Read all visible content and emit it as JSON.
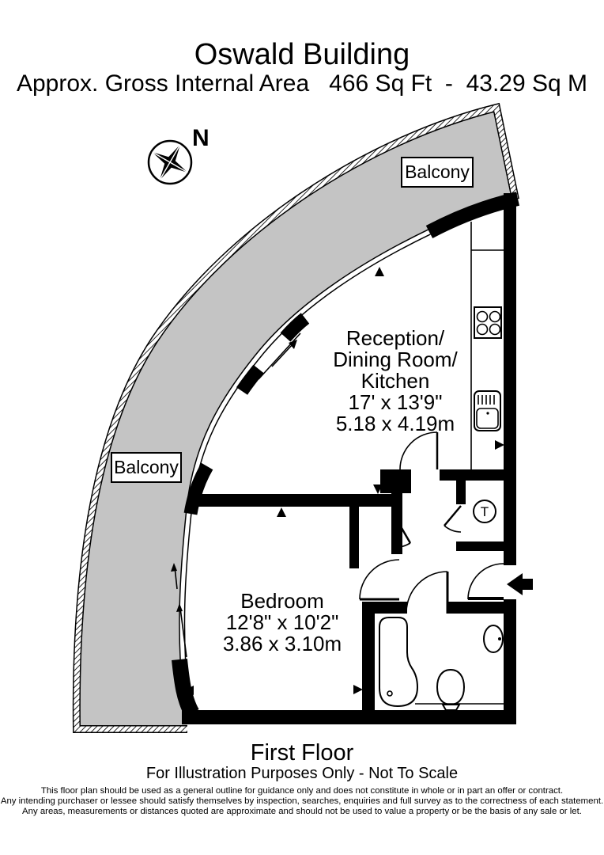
{
  "header": {
    "title": "Oswald Building",
    "subtitle": "Approx. Gross Internal Area   466 Sq Ft  -  43.29 Sq M"
  },
  "compass": {
    "north_label": "N"
  },
  "plan": {
    "balcony_top_label": "Balcony",
    "balcony_side_label": "Balcony",
    "reception": {
      "name_line1": "Reception/",
      "name_line2": "Dining Room/",
      "name_line3": "Kitchen",
      "dims_imperial": "17' x 13'9\"",
      "dims_metric": "5.18 x 4.19m"
    },
    "bedroom": {
      "name": "Bedroom",
      "dims_imperial": "12'8\" x 10'2\"",
      "dims_metric": "3.86 x 3.10m"
    },
    "utility_label": "T"
  },
  "footer": {
    "floor_label": "First Floor",
    "scale_notice": "For Illustration Purposes Only - Not To Scale",
    "disclaimer": [
      "This floor plan should be used as a general outline for guidance only and does not constitute in whole or in part an offer or contract.",
      "Any intending purchaser or lessee should satisfy themselves by inspection, searches, enquiries and full survey as to the correctness of each statement.",
      "Any areas, measurements or distances quoted are approximate and should not be used to value a property or be the basis of any sale or let."
    ]
  },
  "colors": {
    "balcony_fill": "#c4c4c4",
    "wall": "#000000",
    "background": "#ffffff"
  }
}
